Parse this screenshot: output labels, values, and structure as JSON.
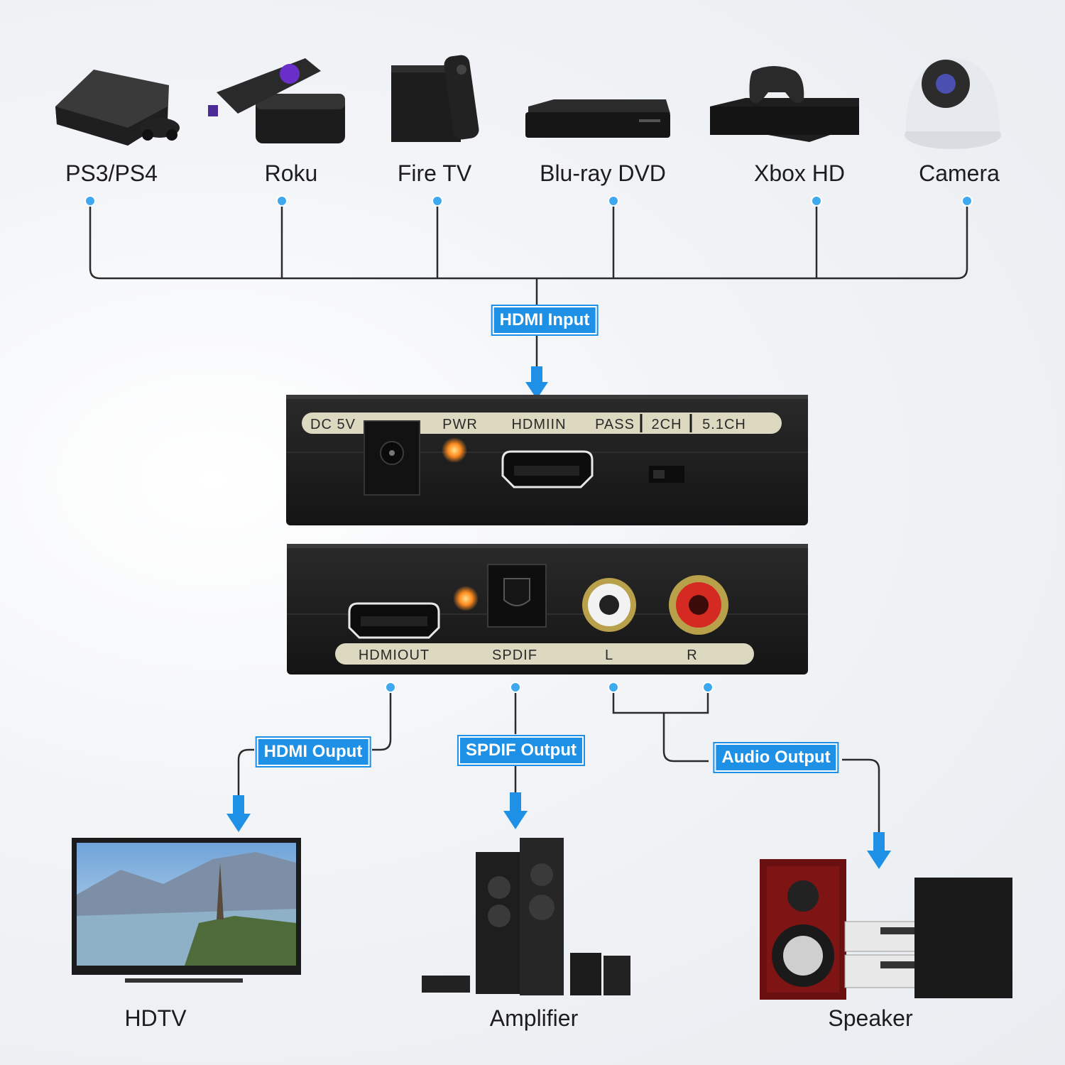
{
  "sources": [
    {
      "id": "ps",
      "label": "PS3/PS4",
      "icon": "game-console-icon"
    },
    {
      "id": "roku",
      "label": "Roku",
      "icon": "streaming-box-icon"
    },
    {
      "id": "firetv",
      "label": "Fire TV",
      "icon": "fire-tv-icon"
    },
    {
      "id": "bluray",
      "label": "Blu-ray DVD",
      "icon": "bluray-player-icon"
    },
    {
      "id": "xbox",
      "label": "Xbox HD",
      "icon": "xbox-console-icon"
    },
    {
      "id": "camera",
      "label": "Camera",
      "icon": "dome-camera-icon"
    }
  ],
  "tags": {
    "hdmi_input": "HDMI Input",
    "hdmi_output": "HDMI Ouput",
    "spdif_output": "SPDIF Output",
    "audio_output": "Audio Output"
  },
  "device_front": {
    "labels": [
      "DC 5V",
      "PWR",
      "HDMIIN",
      "PASS",
      "2CH",
      "5.1CH"
    ]
  },
  "device_back": {
    "labels": [
      "HDMIOUT",
      "SPDIF",
      "L",
      "R"
    ]
  },
  "outputs": [
    {
      "id": "hdtv",
      "label": "HDTV",
      "icon": "tv-icon"
    },
    {
      "id": "amp",
      "label": "Amplifier",
      "icon": "amplifier-speakers-icon"
    },
    {
      "id": "speaker",
      "label": "Speaker",
      "icon": "speaker-system-icon"
    }
  ],
  "colors": {
    "accent": "#1e90e6",
    "line": "#2b2b2b",
    "device": "#1c1c1c",
    "plate": "#dcd9c0",
    "led": "#ff8a1e"
  }
}
